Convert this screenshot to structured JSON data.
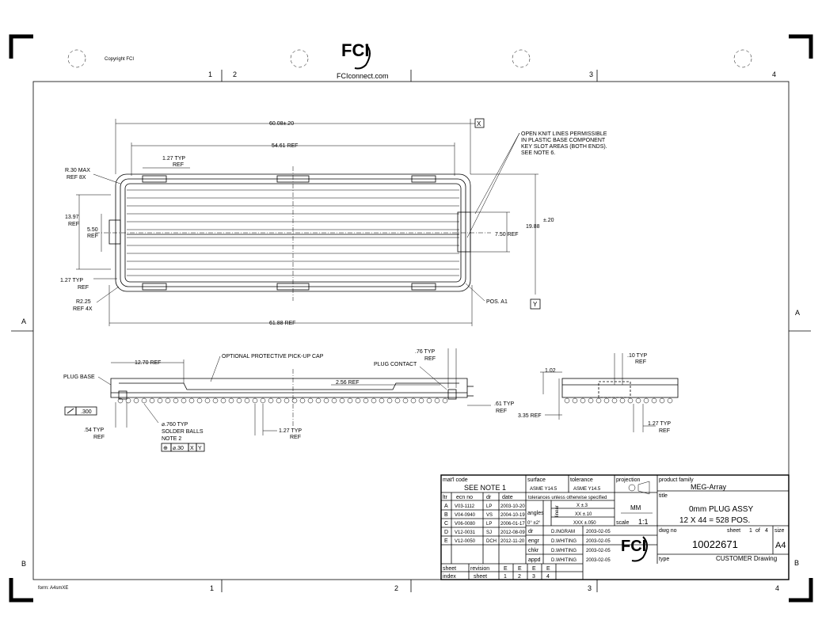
{
  "header": {
    "copyright": "Copyright FCI",
    "logo_text": "FCI",
    "website": "FCIconnect.com"
  },
  "zones": {
    "top": [
      "1",
      "2",
      "3",
      "4"
    ],
    "bottom": [
      "1",
      "2",
      "3",
      "4"
    ],
    "left": [
      "A",
      "B"
    ],
    "right": [
      "A",
      "B"
    ]
  },
  "form_label": "form: A4smXE",
  "top_view": {
    "dim_overall": "60.08±.20",
    "dim_ref_length": "54.61 REF",
    "datum_x": "X",
    "datum_y": "Y",
    "pitch_typ": "1.27 TYP",
    "pitch_ref": "REF",
    "radius_top_1": "R.30 MAX",
    "radius_top_2": "REF 8X",
    "height_13_97": "13.97",
    "height_13_97_ref": "REF",
    "height_5_50": "5.50",
    "height_5_50_ref": "REF",
    "pitch_bottom_typ": "1.27 TYP",
    "pitch_bottom_ref": "REF",
    "radius_bottom_1": "R2.25",
    "radius_bottom_2": "REF 4X",
    "dim_61_88": "61.88 REF",
    "dim_7_50": "7.50 REF",
    "dim_19_88": "19.88",
    "dim_19_88_tol": "±.20",
    "note_knit": [
      "OPEN KNIT LINES PERMISSIBLE",
      "IN PLASTIC BASE COMPONENT",
      "KEY SLOT AREAS (BOTH ENDS).",
      "SEE NOTE 6."
    ],
    "pos_a1": "POS. A1"
  },
  "side_view": {
    "dim_12_70": "12.70 REF",
    "pickup_cap": "OPTIONAL PROTECTIVE PICK-UP CAP",
    "plug_base": "PLUG BASE",
    "dim_76_typ": ".76 TYP",
    "dim_76_ref": "REF",
    "plug_contact": "PLUG CONTACT",
    "dim_2_56": "2.56 REF",
    "dim_61_typ": ".61 TYP",
    "dim_61_ref": "REF",
    "flatness": ".300",
    "dim_54_typ": ".54 TYP",
    "dim_54_ref": "REF",
    "solder_1": "⌀.760  TYP",
    "solder_2": "SOLDER BALLS",
    "solder_3": "NOTE 2",
    "position_tol": [
      "⊕",
      "⌀.30",
      "X",
      "Y"
    ],
    "dim_1_27_typ": "1.27 TYP",
    "dim_1_27_ref": "REF"
  },
  "end_view": {
    "dim_10_typ": ".10 TYP",
    "dim_10_ref": "REF",
    "dim_1_02": "1.02",
    "dim_3_35": "3.35 REF",
    "dim_1_27_typ": "1.27 TYP",
    "dim_1_27_ref": "REF"
  },
  "title_block": {
    "matl_code_label": "mat'l code",
    "matl_code_value": "SEE NOTE 1",
    "surface_label": "surface",
    "surface_value": "ASME Y14.5",
    "tolerance_label": "tolerance",
    "tolerance_value": "ASME Y14.5",
    "projection_label": "projection",
    "product_family_label": "product family",
    "product_family_value": "MEG-Array",
    "rev_headers": [
      "ltr",
      "ecn no",
      "dr",
      "date"
    ],
    "tol_note": "tolerances unless otherwise specified",
    "revisions": [
      {
        "ltr": "A",
        "ecn": "V03-1112",
        "dr": "LP",
        "date": "2003-10-20"
      },
      {
        "ltr": "B",
        "ecn": "V04-0940",
        "dr": "VS",
        "date": "2004-10-19"
      },
      {
        "ltr": "C",
        "ecn": "V06-0080",
        "dr": "LP",
        "date": "2006-01-17"
      },
      {
        "ltr": "D",
        "ecn": "V12-0031",
        "dr": "SJ",
        "date": "2012-08-09"
      },
      {
        "ltr": "E",
        "ecn": "V12-0050",
        "dr": "DCH",
        "date": "2012-11-20"
      }
    ],
    "angles_label": "angles",
    "linear_label": "linear",
    "tol_x": "X ±.3",
    "tol_xx": "XX ±.10",
    "tol_xxx": "XXX ±.050",
    "angle_tol": "0° ±2°",
    "units": "MM",
    "scale_label": "scale",
    "scale_value": "1:1",
    "title_label": "title",
    "title_line1": "0mm PLUG ASSY",
    "title_line2": "12 X 44 = 528 POS.",
    "signoffs": [
      {
        "role": "dr",
        "name": "D.INGRAM",
        "date": "2003-02-05"
      },
      {
        "role": "engr",
        "name": "D.WHITING",
        "date": "2003-02-05"
      },
      {
        "role": "chkr",
        "name": "D.WHITING",
        "date": "2003-02-05"
      },
      {
        "role": "appd",
        "name": "D.WHITING",
        "date": "2003-02-05"
      }
    ],
    "dwg_no_label": "dwg no",
    "dwg_no_value": "10022671",
    "sheet_label": "sheet",
    "sheet_value": "1",
    "of_label": "of",
    "of_value": "4",
    "size_label": "size",
    "size_value": "A4",
    "type_label": "type",
    "type_value": "CUSTOMER Drawing",
    "sheet_row_label": "sheet",
    "revision_label": "revision",
    "revision_values": [
      "E",
      "E",
      "E",
      "E"
    ],
    "index_label": "index",
    "sheet_col_label": "sheet",
    "sheet_numbers": [
      "1",
      "2",
      "3",
      "4"
    ]
  }
}
